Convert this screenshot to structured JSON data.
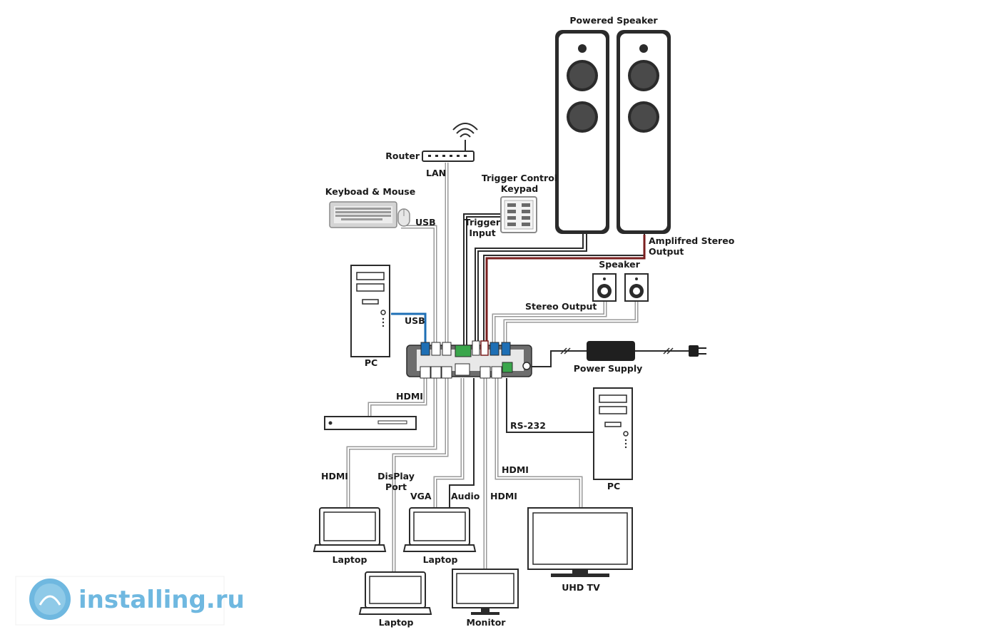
{
  "labels": {
    "powered_speaker": "Powered Speaker",
    "amplified_output_1": "Amplifred Stereo",
    "amplified_output_2": "Output",
    "trigger_keypad_1": "Trigger Control",
    "trigger_keypad_2": "Keypad",
    "trigger_input_1": "Trigger",
    "trigger_input_2": "Input",
    "router": "Router",
    "lan": "LAN",
    "keyboard_mouse": "Keyboad & Mouse",
    "usb_keyboard": "USB",
    "usb_pc": "USB",
    "pc_left": "PC",
    "speaker": "Speaker",
    "stereo_output": "Stereo Output",
    "power_supply": "Power Supply",
    "hdmi_player": "HDMI",
    "rs232": "RS-232",
    "pc_right": "PC",
    "hdmi_laptop_left": "HDMI",
    "displayport_1": "DisPlay",
    "displayport_2": "Port",
    "vga": "VGA",
    "audio": "Audio",
    "hdmi_monitor": "HDMI",
    "hdmi_tv": "HDMI",
    "laptop_1": "Laptop",
    "laptop_2": "Laptop",
    "laptop_3": "Laptop",
    "monitor": "Monitor",
    "uhd_tv": "UHD TV"
  },
  "watermark": {
    "text": "installing.ru"
  },
  "colors": {
    "line": "#2b2b2b",
    "cable_gray": "#9a9a9a",
    "usb_blue": "#1e6fb5",
    "speaker_red": "#7a1f1f",
    "terminal_green": "#3aa64b",
    "watermark": "#6fb8e0"
  },
  "icons": [
    "router-icon",
    "wifi-icon",
    "keyboard-icon",
    "mouse-icon",
    "pc-tower-icon",
    "speaker-icon",
    "keypad-icon",
    "power-plug-icon",
    "laptop-icon",
    "monitor-icon",
    "tv-icon"
  ]
}
